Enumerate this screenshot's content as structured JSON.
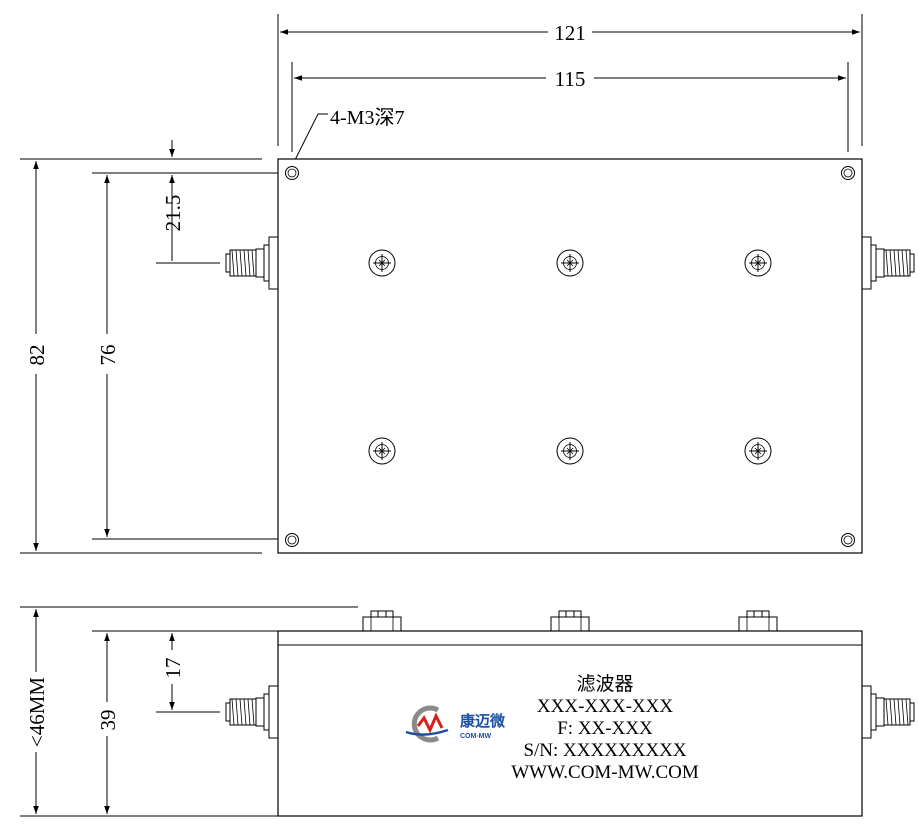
{
  "dimensions": {
    "overall_length": "121",
    "hole_spacing_x": "115",
    "hole_note": "4-M3深7",
    "connector_offset_top": "21.5",
    "overall_width": "82",
    "hole_spacing_y": "76",
    "height_max": "<46MM",
    "body_height": "39",
    "connector_height": "17"
  },
  "label": {
    "name": "滤波器",
    "model": "XXX-XXX-XXX",
    "freq": "F: XX-XXX",
    "serial": "S/N: XXXXXXXXX",
    "website": "WWW.COM-MW.COM"
  },
  "logo": {
    "brand": "康迈微",
    "sub": "COM-MW",
    "colors": {
      "primary": "#1a4fa0",
      "accent": "#d62020",
      "grey": "#8a8a8a"
    }
  }
}
